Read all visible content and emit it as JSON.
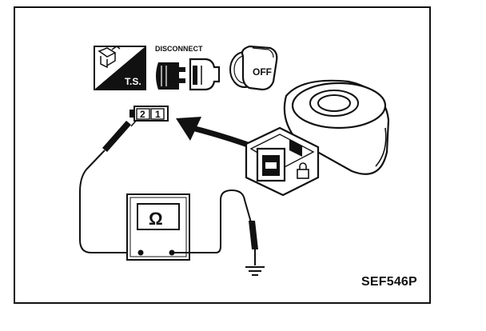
{
  "icons": {
    "ts_label": "T.S.",
    "disconnect_label": "DISCONNECT",
    "ignition_off_label": "OFF"
  },
  "connector": {
    "pin_left": "2",
    "pin_right": "1"
  },
  "meter": {
    "symbol": "Ω"
  },
  "figure_code": "SEF546P"
}
